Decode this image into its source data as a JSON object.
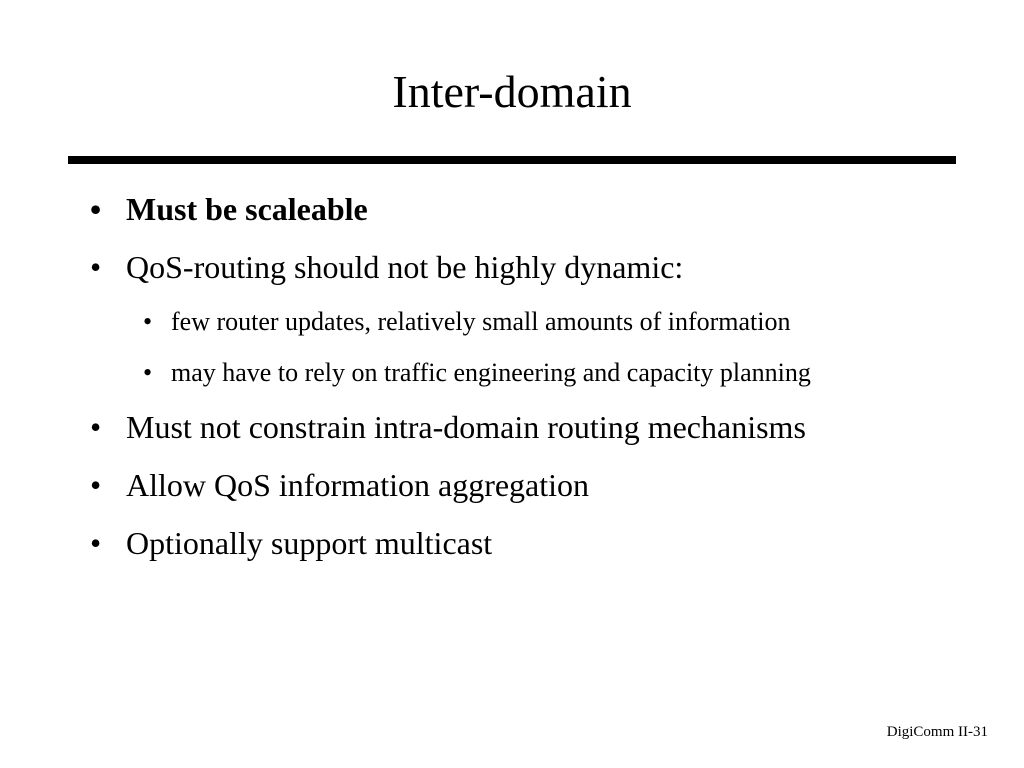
{
  "slide": {
    "title": "Inter-domain",
    "bullet_glyph": "•",
    "items": [
      {
        "text": "Must be scaleable",
        "bold": true
      },
      {
        "text": "QoS-routing should not be highly dynamic:",
        "sub": [
          "few router updates, relatively small amounts of information",
          "may have to rely on traffic engineering and capacity planning"
        ]
      },
      {
        "text": "Must not constrain intra-domain routing mechanisms"
      },
      {
        "text": "Allow QoS information aggregation"
      },
      {
        "text": "Optionally support multicast"
      }
    ],
    "footer": "DigiComm II-31"
  },
  "colors": {
    "background": "#ffffff",
    "text": "#000000",
    "rule": "#000000"
  }
}
